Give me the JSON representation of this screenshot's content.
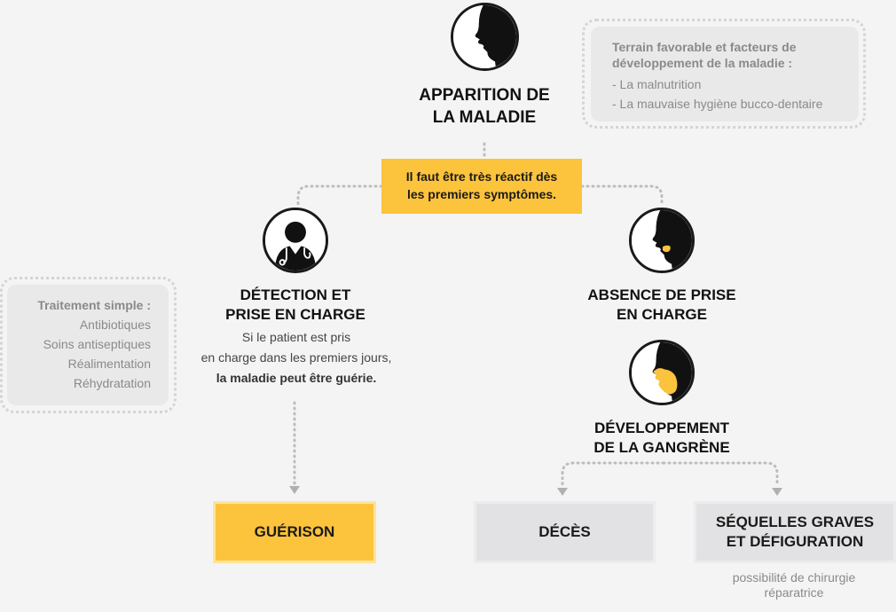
{
  "nodes": {
    "appearance": {
      "title_line1": "APPARITION DE",
      "title_line2": "LA MALADIE"
    },
    "callout": {
      "line1": "Il faut être très réactif dès",
      "line2": "les premiers symptômes."
    },
    "detection": {
      "title_line1": "DÉTECTION ET",
      "title_line2": "PRISE EN CHARGE",
      "desc_line1": "Si le patient est pris",
      "desc_line2": "en charge dans les premiers jours,",
      "desc_line3": "la maladie peut être guérie."
    },
    "absence": {
      "title_line1": "ABSENCE DE PRISE",
      "title_line2": "EN CHARGE"
    },
    "gangrene": {
      "title_line1": "DÉVELOPPEMENT",
      "title_line2": "DE LA GANGRÈNE"
    }
  },
  "factors_box": {
    "title_line1": "Terrain favorable et facteurs de",
    "title_line2": "développement de la maladie :",
    "items": [
      "- La malnutrition",
      "- La mauvaise hygiène bucco-dentaire"
    ]
  },
  "treatment_box": {
    "title": "Traitement simple :",
    "items": [
      "Antibiotiques",
      "Soins antiseptiques",
      "Réalimentation",
      "Réhydratation"
    ]
  },
  "outcomes": {
    "healing": {
      "label": "GUÉRISON"
    },
    "death": {
      "label": "DÉCÈS"
    },
    "sequelae": {
      "label_line1": "SÉQUELLES GRAVES",
      "label_line2": "ET DÉFIGURATION",
      "note_line1": "possibilité de chirurgie",
      "note_line2": "réparatrice"
    }
  },
  "colors": {
    "accent_yellow": "#fcc33c",
    "dark": "#1a1a1a",
    "box_grey": "#e9e9e9",
    "outcome_grey": "#e2e2e4",
    "connector": "#bdbdbd"
  },
  "icons": {
    "appearance": "face-profile-icon",
    "detection": "doctor-icon",
    "absence": "face-lesion-small-icon",
    "gangrene": "face-lesion-large-icon"
  }
}
